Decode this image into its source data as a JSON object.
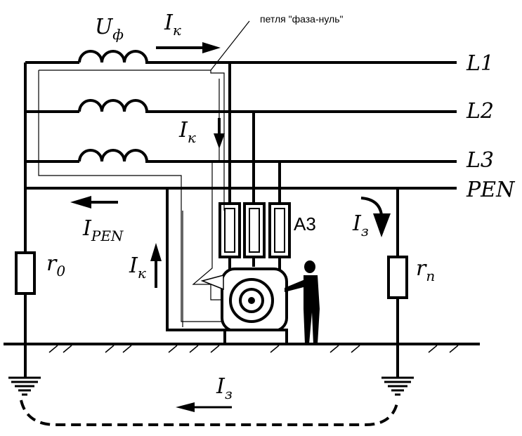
{
  "labels": {
    "u_phase_main": "U",
    "u_phase_sub": "ф",
    "ik_top_main": "I",
    "ik_top_sub": "к",
    "loop_note": "петля \"фаза-нуль\"",
    "l1": "L1",
    "l2": "L2",
    "l3": "L3",
    "pen": "PEN",
    "ik_mid_main": "I",
    "ik_mid_sub": "к",
    "ipen_main": "I",
    "ipen_sub": "PEN",
    "a3": "А3",
    "iz_right_main": "I",
    "iz_right_sub": "з",
    "r0_main": "r",
    "r0_sub": "0",
    "ik_left_main": "I",
    "ik_left_sub": "к",
    "rp_main": "r",
    "rp_sub": "п",
    "iz_bottom_main": "I",
    "iz_bottom_sub": "з"
  },
  "colors": {
    "line": "#000000",
    "background": "#ffffff"
  }
}
